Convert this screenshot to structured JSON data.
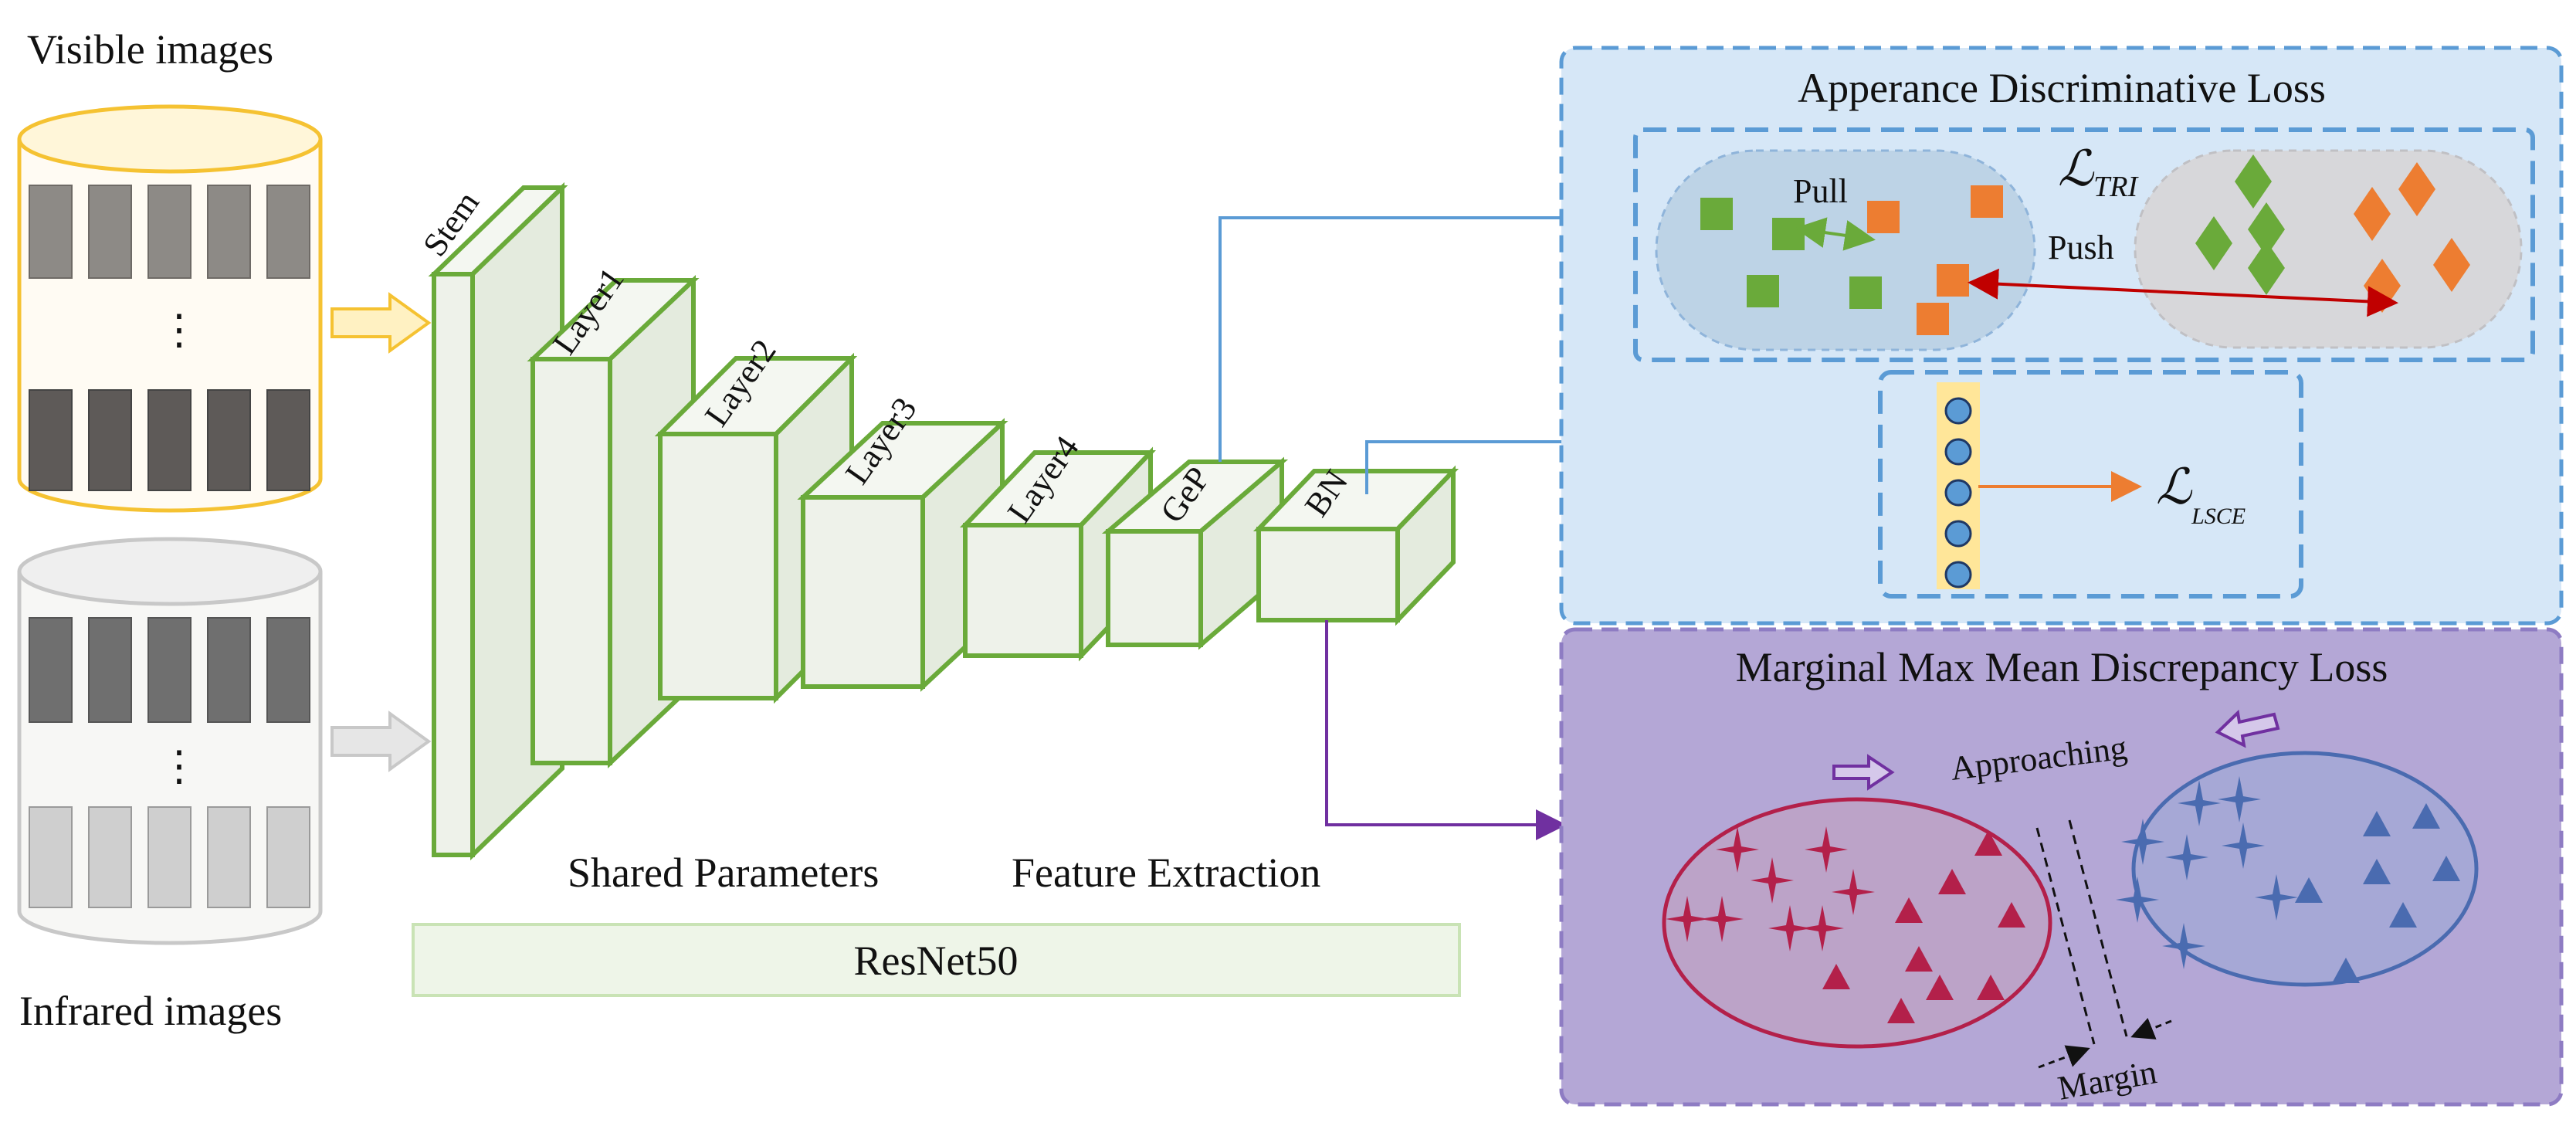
{
  "inputs": {
    "visible_label": "Visible images",
    "infrared_label": "Infrared images",
    "ellipsis": "⋮"
  },
  "backbone": {
    "stages": [
      "Stem",
      "Layer1",
      "Layer2",
      "Layer3",
      "Layer4",
      "GeP",
      "BN"
    ],
    "shared_label": "Shared Parameters",
    "feature_label": "Feature Extraction",
    "name": "ResNet50"
  },
  "appearance_loss": {
    "title": "Apperance Discriminative Loss",
    "tri_symbol": "ℒ",
    "tri_sub": "TRI",
    "pull_label": "Pull",
    "push_label": "Push",
    "lsce_symbol": "ℒ",
    "lsce_sub": "LSCE"
  },
  "mmd_loss": {
    "title": "Marginal Max Mean Discrepancy Loss",
    "approaching_label": "Approaching",
    "margin_label": "Margin"
  },
  "colors": {
    "visible": "#F5C232",
    "infrared": "#C8C8C8",
    "cube_stroke": "#6AAA3A",
    "cube_fill": "#EEF2EA",
    "appearance_bg": "#D6E7F7",
    "appearance_border": "#5B9BD5",
    "mmd_bg": "#B4A7D6",
    "mmd_border": "#8E7CC3",
    "green": "#6AAA3A",
    "orange": "#ED7D31",
    "red": "#C00000",
    "crimson": "#B3204A",
    "blue": "#4A6BB0",
    "purple": "#7030A0"
  }
}
